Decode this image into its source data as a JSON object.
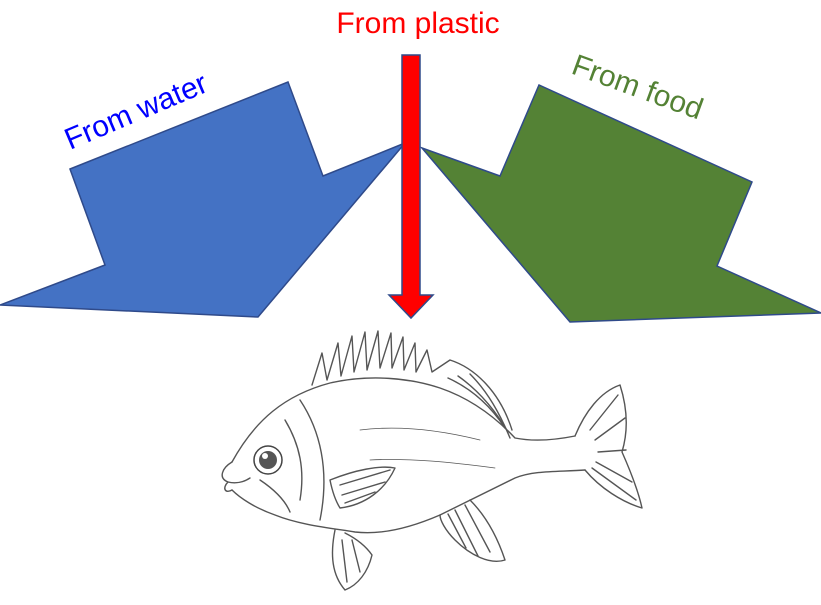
{
  "labels": {
    "plastic": "From plastic",
    "water": "From water",
    "food": "From food"
  },
  "colors": {
    "water_arrow": "#4472c4",
    "food_arrow": "#548235",
    "plastic_arrow": "#ff0000",
    "plastic_label": "#ff0000",
    "water_label": "#0000ff",
    "food_label": "#548235",
    "outline": "#2f4a8a",
    "fish_line": "#555555"
  },
  "icons": {
    "fish": "fish-icon"
  }
}
